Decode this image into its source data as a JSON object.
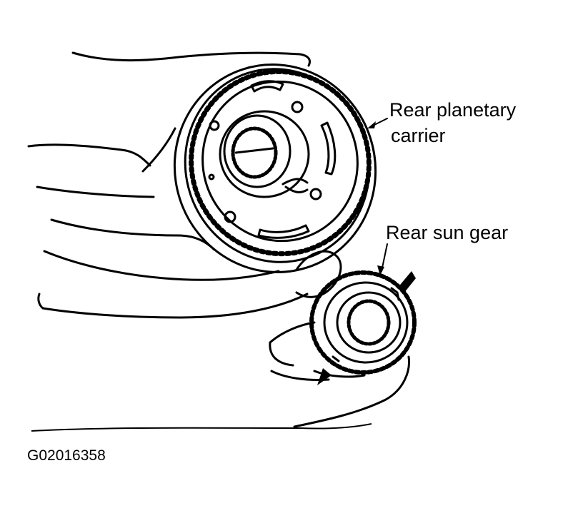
{
  "labels": {
    "carrier_line1": "Rear planetary",
    "carrier_line2": "carrier",
    "sun_gear": "Rear sun gear"
  },
  "figure_id": "G02016358",
  "colors": {
    "ink": "#000000",
    "paper": "#ffffff"
  }
}
